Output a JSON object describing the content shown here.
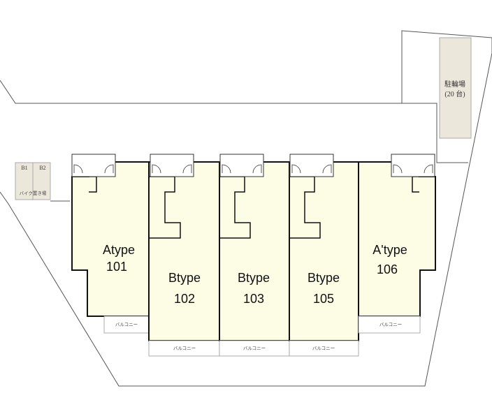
{
  "parking": {
    "name": "駐輪場",
    "capacity": "(20 台)"
  },
  "bike_parking": {
    "slots": [
      "B1",
      "B2"
    ],
    "label": "バイク置き場"
  },
  "units": [
    {
      "type": "Atype",
      "number": "101",
      "balcony": "バルコニー"
    },
    {
      "type": "Btype",
      "number": "102",
      "balcony": "バルコニー"
    },
    {
      "type": "Btype",
      "number": "103",
      "balcony": "バルコニー"
    },
    {
      "type": "Btype",
      "number": "105",
      "balcony": "バルコニー"
    },
    {
      "type": "A'type",
      "number": "106",
      "balcony": "バルコニー"
    }
  ],
  "colors": {
    "unit_fill": "#fdfde6",
    "parking_fill": "#ece7db",
    "wall": "#111111",
    "boundary": "#444444"
  }
}
